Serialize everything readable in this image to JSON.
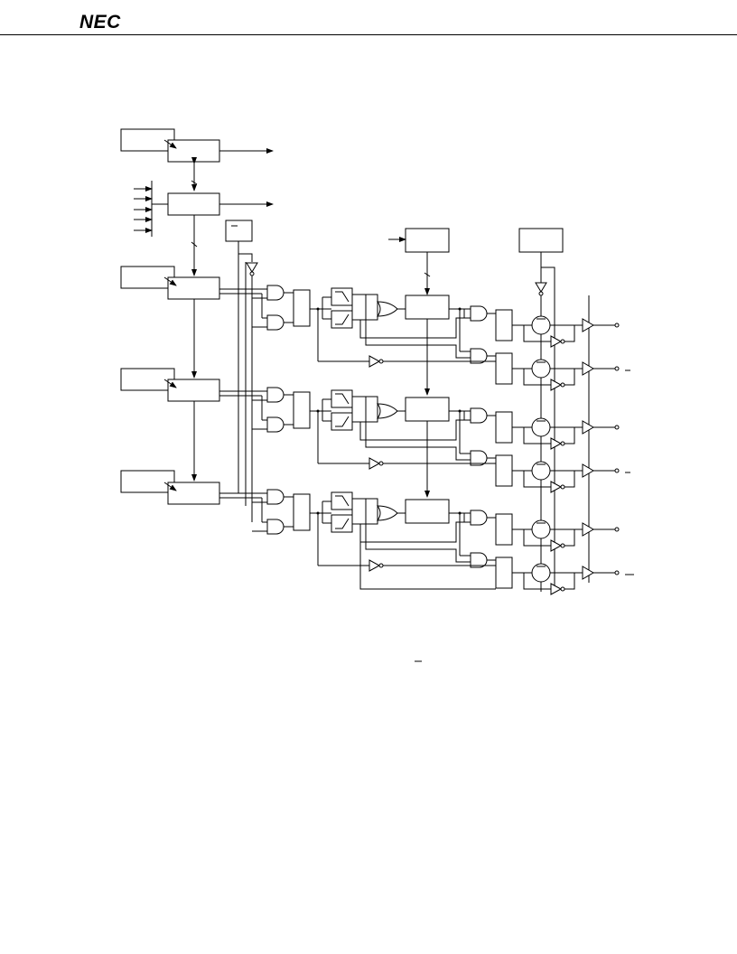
{
  "header": {
    "logo": "NEC",
    "logo_icon": "nec-logo"
  },
  "diagram": {
    "kind": "block-diagram",
    "labels": []
  },
  "colors": {
    "line": "#000000",
    "background": "#ffffff"
  }
}
